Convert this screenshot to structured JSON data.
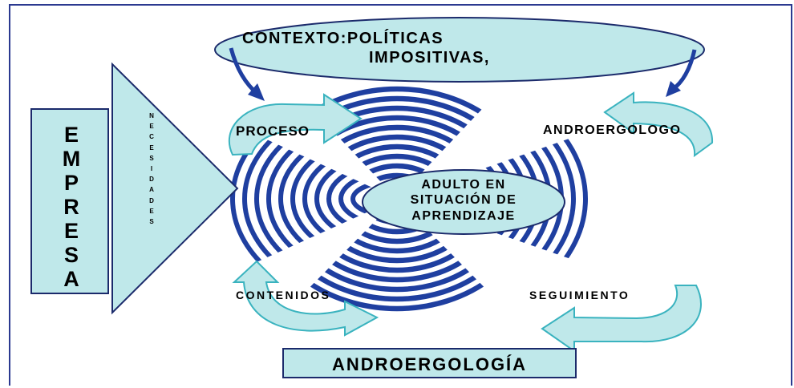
{
  "diagram": {
    "context": {
      "line1": "CONTEXTO:POLÍTICAS",
      "line2": "IMPOSITIVAS,"
    },
    "empresa_letters": [
      "E",
      "M",
      "P",
      "R",
      "E",
      "S",
      "A"
    ],
    "necesidades_letters": [
      "N",
      "E",
      "C",
      "E",
      "S",
      "I",
      "D",
      "A",
      "D",
      "E",
      "S"
    ],
    "center": {
      "line1": "ADULTO EN",
      "line2": "SITUACIÓN DE",
      "line3": "APRENDIZAJE"
    },
    "proceso": "PROCESO",
    "androergologo": "ANDROERGOLOGO",
    "contenidos": "CONTENIDOS",
    "seguimiento": "SEGUIMIENTO",
    "footer": "ANDROERGOLOGÍA",
    "colors": {
      "fill": "#bfe8ea",
      "outline": "#1b2a6b",
      "waves": "#1f3fa0",
      "frame": "#2b3990"
    }
  }
}
